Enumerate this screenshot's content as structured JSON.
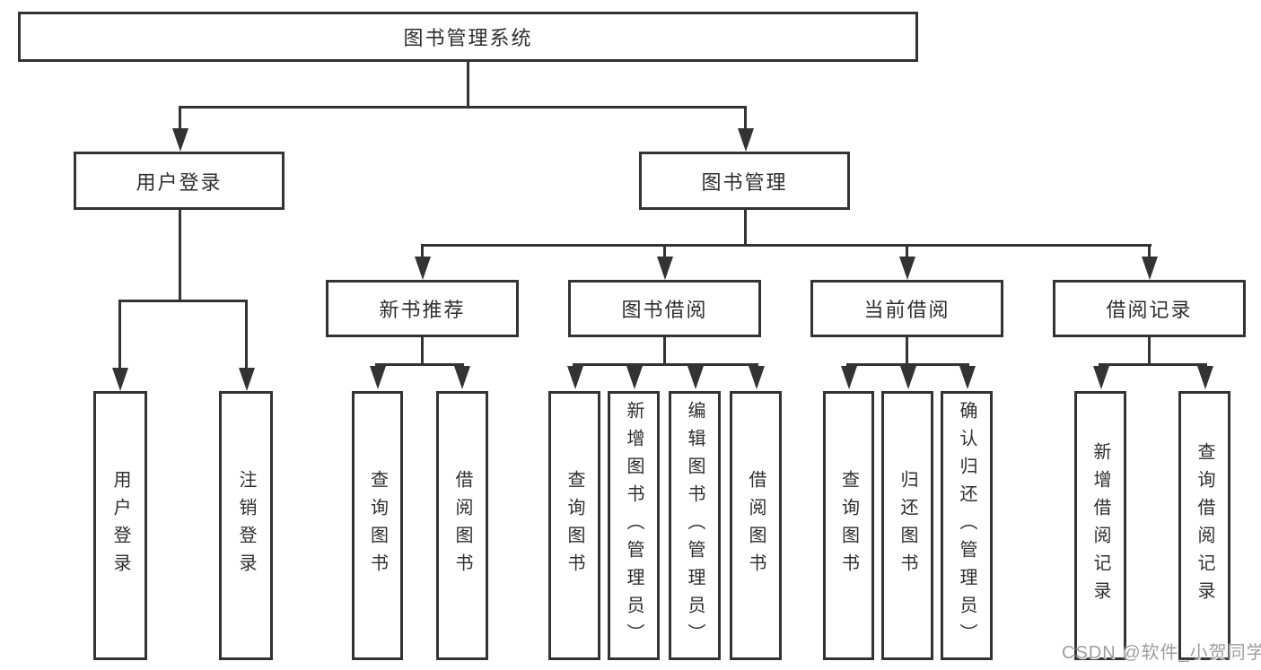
{
  "root": {
    "label": "图书管理系统"
  },
  "branches": {
    "user": {
      "label": "用户登录",
      "children": {
        "login": "用户登录",
        "logout": "注销登录"
      }
    },
    "book": {
      "label": "图书管理",
      "sections": {
        "recommend": {
          "label": "新书推荐",
          "children": {
            "query": "查询图书",
            "borrow": "借阅图书"
          }
        },
        "borrowing": {
          "label": "图书借阅",
          "children": {
            "query": "查询图书",
            "add": "新增图书（管理员）",
            "edit": "编辑图书（管理员）",
            "borrow": "借阅图书"
          }
        },
        "current": {
          "label": "当前借阅",
          "children": {
            "query": "查询图书",
            "return": "归还图书",
            "confirm": "确认归还（管理员）"
          }
        },
        "records": {
          "label": "借阅记录",
          "children": {
            "add": "新增借阅记录",
            "query": "查询借阅记录"
          }
        }
      }
    }
  },
  "watermark": {
    "text": "CSDN @软件_小贺同学"
  },
  "colors": {
    "line": "#333333",
    "text": "#2e2e2e",
    "watermark": "#9e9e9e",
    "background": "#ffffff"
  }
}
